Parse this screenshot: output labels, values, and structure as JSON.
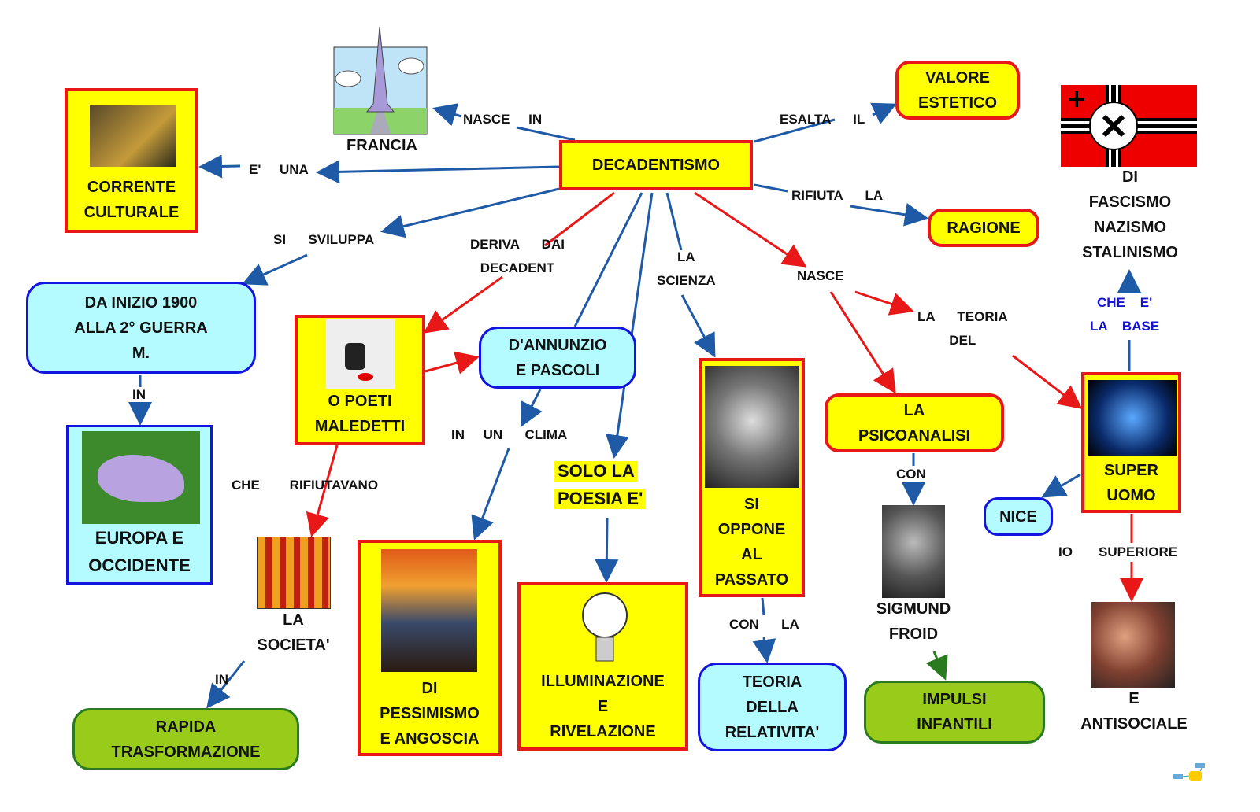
{
  "nodes": {
    "decadentismo": "DECADENTISMO",
    "corrente": "CORRENTE\nCULTURALE",
    "francia": "FRANCIA",
    "valore": "VALORE\nESTETICO",
    "ragione": "RAGIONE",
    "regimi": "DI\nFASCISMO\nNAZISMO\nSTALINISMO",
    "periodo": "DA    INIZIO    1900\nALLA    2°    GUERRA\nM.",
    "europa": "EUROPA     E\nOCCIDENTE",
    "poeti": "O     POETI\nMALEDETTI",
    "dannunzio": "D'ANNUNZIO\nE     PASCOLI",
    "einstein": "SI\nOPPONE\nAL\nPASSATO",
    "psicoanalisi": "LA\nPSICOANALISI",
    "superuomo": "SUPER\nUOMO",
    "nice": "NICE",
    "societa": "LA\nSOCIETA'",
    "rapida": "RAPIDA\nTRASFORMAZIONE",
    "pessimismo": "DI\nPESSIMISMO\nE      ANGOSCIA",
    "solo1": "SOLO     LA",
    "solo2": "POESIA      E'",
    "illuminazione": "ILLUMINAZIONE\nE\nRIVELAZIONE",
    "relativita": "TEORIA\nDELLA\nRELATIVITA'",
    "freud": "SIGMUND\nFROID",
    "impulsi": "IMPULSI\nINFANTILI",
    "antisociale": "E\nANTISOCIALE"
  },
  "links": [
    "NASCE     IN",
    "E'     UNA",
    "ESALTA      IL",
    "RIFIUTA      LA",
    "SI      SVILUPPA",
    "DERIVA      DAI\nDECADENT",
    "LA\nSCIENZA",
    "NASCE",
    "LA      TEORIA\nDEL",
    "CHE    E'\nLA    BASE",
    "IN",
    "CHE        RIFIUTAVANO",
    "IN     UN      CLIMA",
    "IN",
    "CON      LA",
    "CON",
    "IO       SUPERIORE"
  ],
  "colors": {
    "blue": "#1f5aa6",
    "red": "#e81818",
    "green": "#2a7a20",
    "yellow": "#ffff00",
    "cyan": "#b3fbff"
  }
}
